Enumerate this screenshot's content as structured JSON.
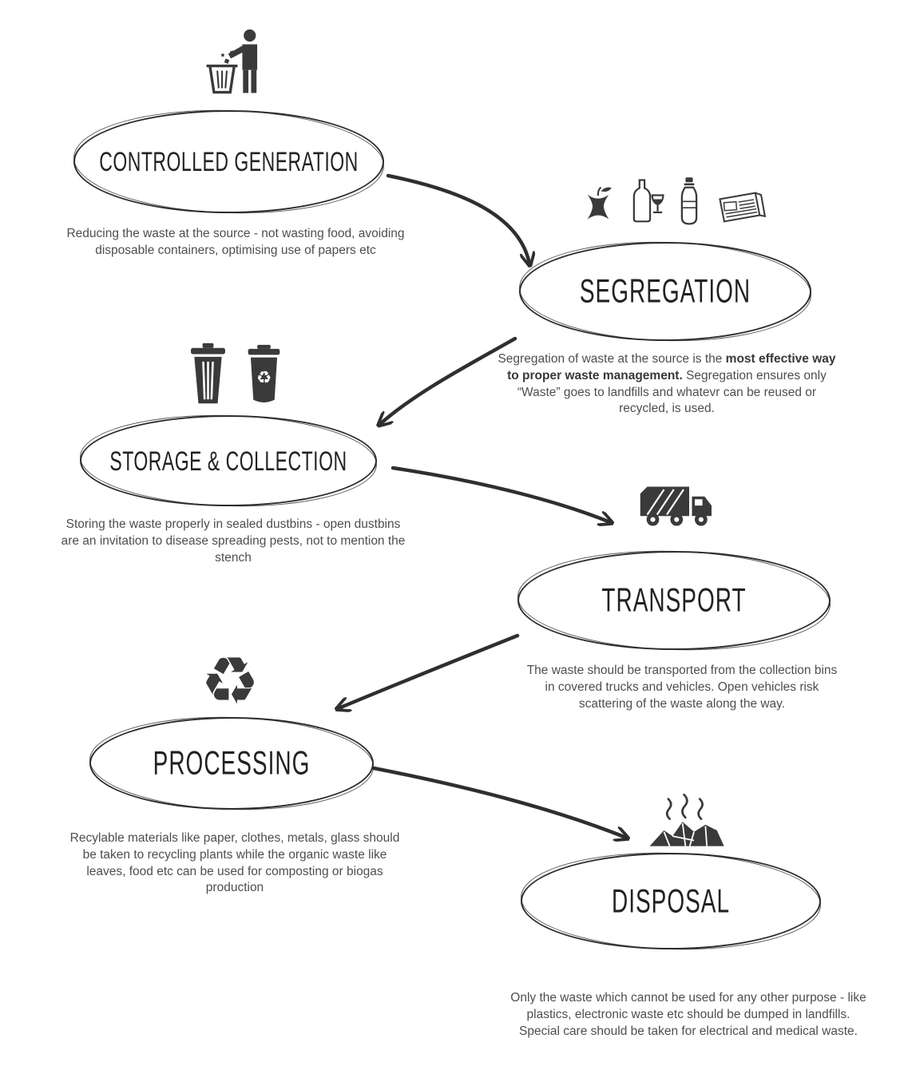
{
  "palette": {
    "ink": "#2d2d2d",
    "icon": "#3a3a3a",
    "text": "#4e4e4e",
    "background": "#ffffff"
  },
  "glyphs": {
    "recycling": "♻"
  },
  "steps": [
    {
      "title": "CONTROLLED GENERATION",
      "icon": "litter-person-icon",
      "description": "Reducing the waste at the source - not wasting food, avoiding disposable containers, optimising use of papers etc"
    },
    {
      "title": "SEGREGATION",
      "icons": [
        "apple-core-icon",
        "wine-bottle-icon",
        "water-bottle-icon",
        "newspaper-icon"
      ],
      "description_before": "Segregation of waste at the source is the ",
      "description_bold": "most effective way to proper waste management.",
      "description_after": " Segregation ensures only “Waste” goes to landfills and whatevr can be reused or recycled, is used."
    },
    {
      "title": "STORAGE & COLLECTION",
      "icons": [
        "dustbin-icon",
        "recycle-bin-icon"
      ],
      "description": "Storing the waste properly in sealed dustbins - open dustbins are an invitation to disease spreading pests, not to mention the stench"
    },
    {
      "title": "TRANSPORT",
      "icon": "garbage-truck-icon",
      "description": "The waste should be transported from the collection bins in covered trucks and vehicles. Open vehicles risk scattering of the waste along the way."
    },
    {
      "title": "PROCESSING",
      "icon": "recycling-symbol-icon",
      "description": "Recylable materials like paper, clothes, metals, glass should be taken to recycling plants while the organic waste like leaves, food etc can be used for composting or biogas production"
    },
    {
      "title": "DISPOSAL",
      "icon": "landfill-icon",
      "description": "Only the waste which cannot be used for any other purpose - like plastics, electronic waste etc should be dumped in landfills. Special care should be taken for electrical and medical waste."
    }
  ],
  "connections": [
    {
      "from": "CONTROLLED GENERATION",
      "to": "SEGREGATION"
    },
    {
      "from": "SEGREGATION",
      "to": "STORAGE & COLLECTION"
    },
    {
      "from": "STORAGE & COLLECTION",
      "to": "TRANSPORT"
    },
    {
      "from": "TRANSPORT",
      "to": "PROCESSING"
    },
    {
      "from": "PROCESSING",
      "to": "DISPOSAL"
    }
  ]
}
